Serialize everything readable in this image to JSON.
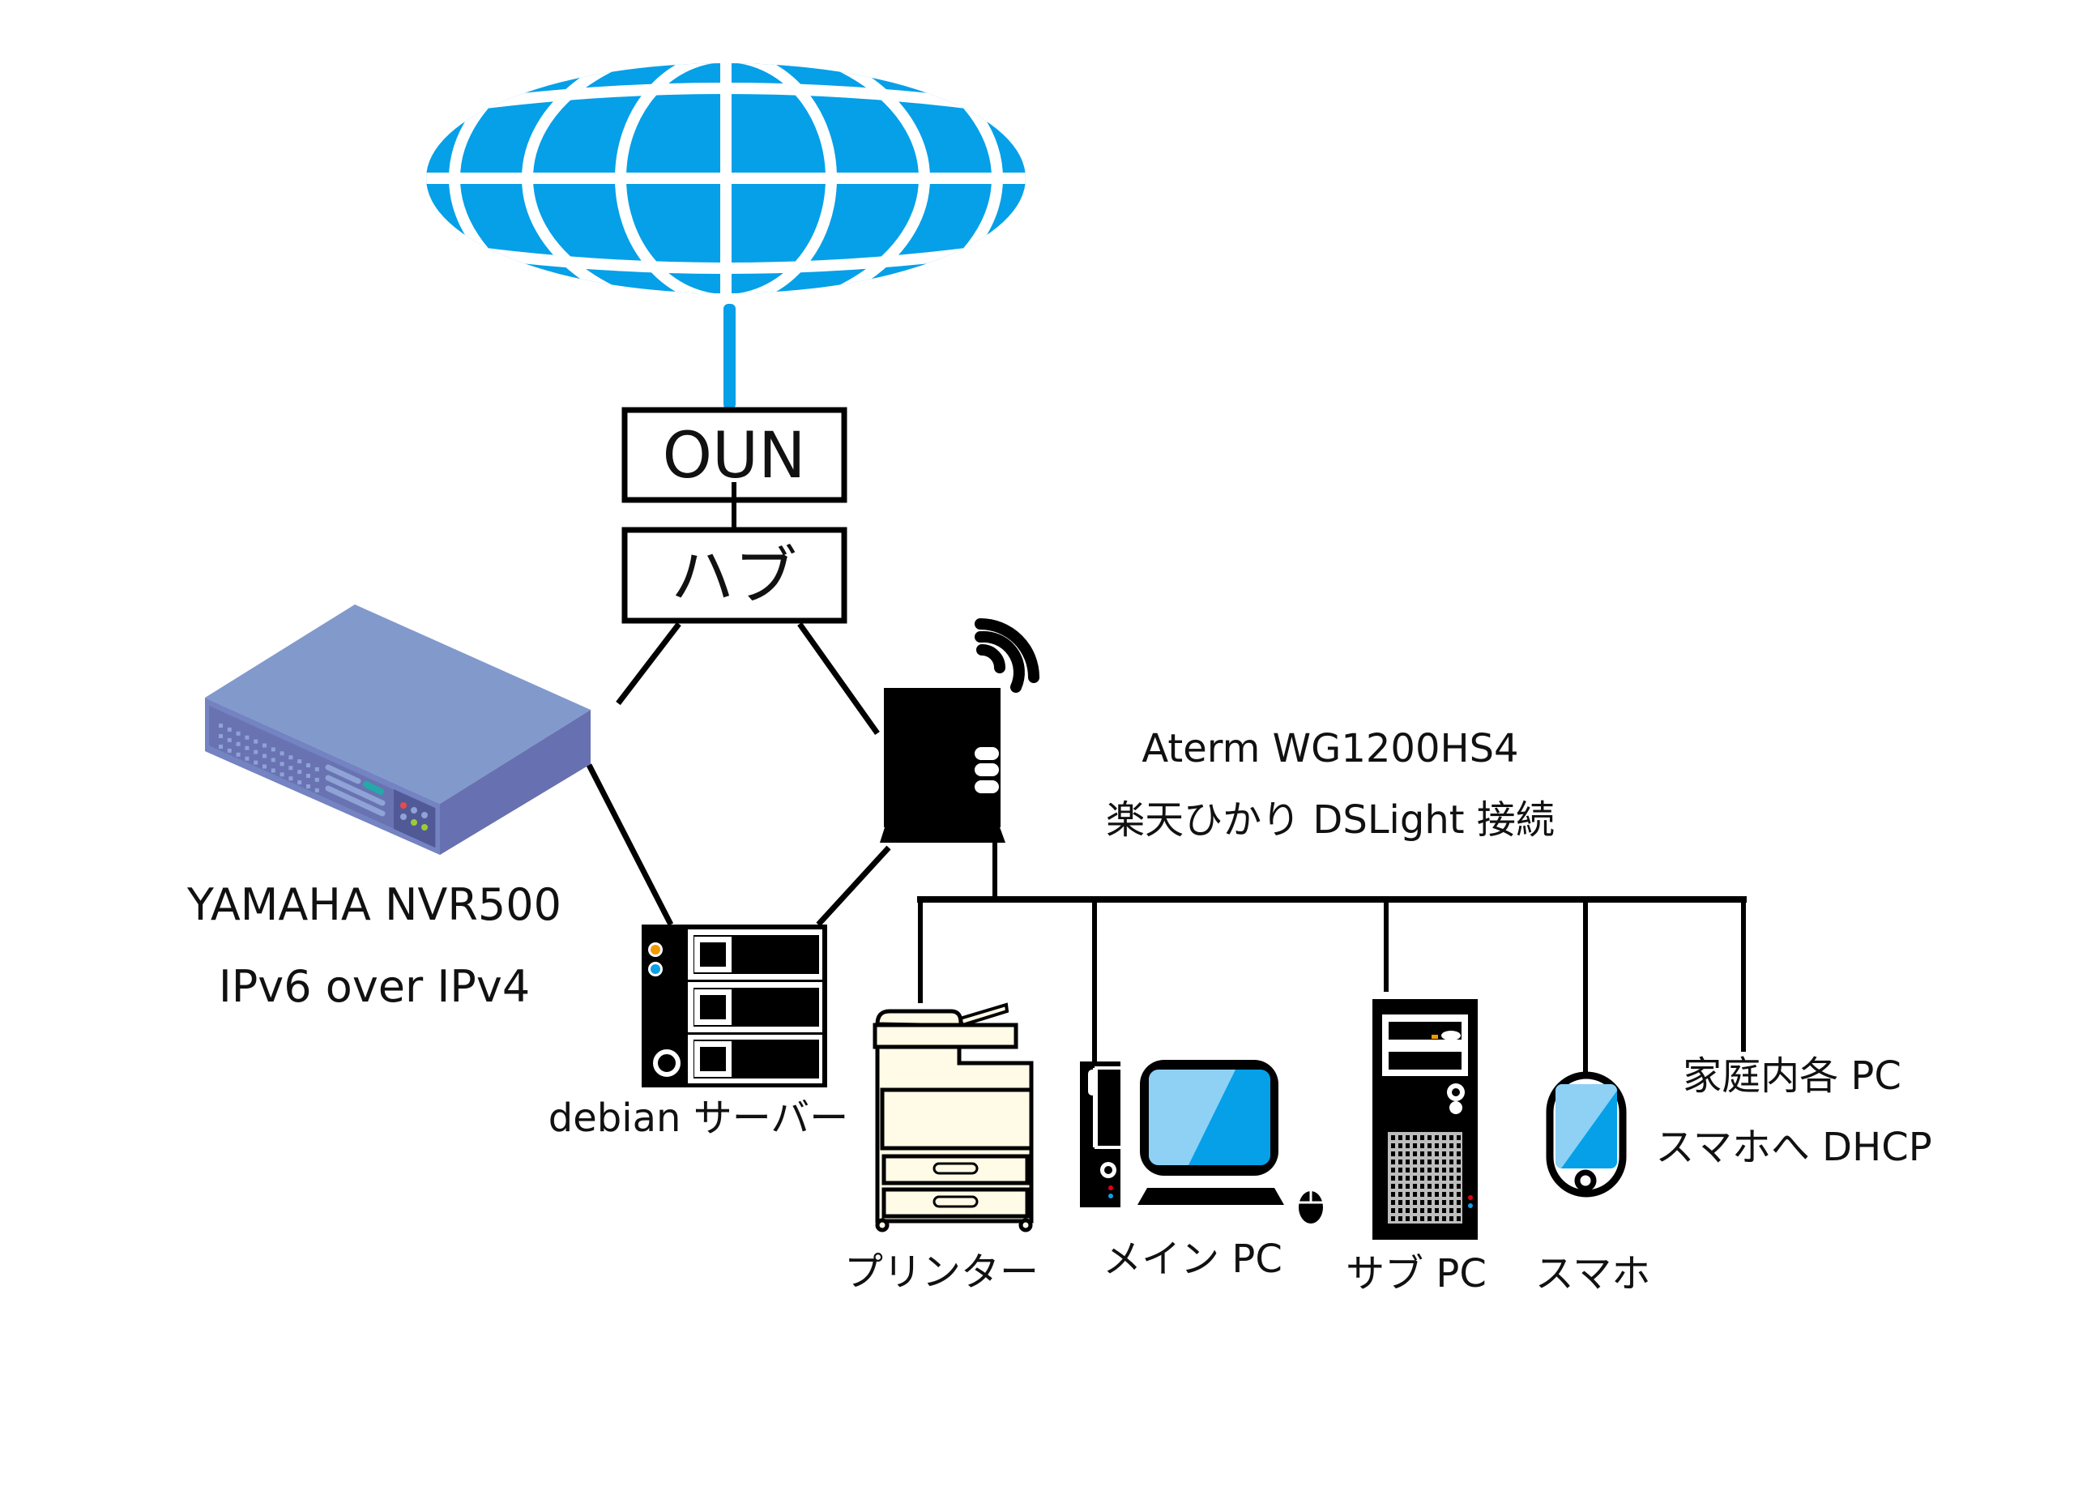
{
  "diagram": {
    "type": "network-topology",
    "colors": {
      "internet_blue": "#05A0E8",
      "screen_light_blue": "#8ED1F5",
      "nvr_top": "#8299CC",
      "nvr_side": "#6770B0",
      "nvr_front": "#6973B2",
      "printer_body": "#FFFBE6",
      "led_orange": "#F39800",
      "led_blue": "#0DA0E8",
      "led_red": "#E60012",
      "led_green": "#9ACD32",
      "line": "#000000"
    },
    "nodes": {
      "internet": {
        "icon": "globe-icon",
        "label": ""
      },
      "onu": {
        "label": "OUN"
      },
      "hub": {
        "label": "ハブ"
      },
      "nvr": {
        "icon": "router-appliance-icon",
        "label_line1": "YAMAHA NVR500",
        "label_line2": "IPv6 over IPv4"
      },
      "wifi_router": {
        "icon": "wifi-router-icon",
        "label_line1": "Aterm WG1200HS4",
        "label_line2": "楽天ひかり DSLight 接続"
      },
      "server": {
        "icon": "server-icon",
        "label": "debian サーバー"
      },
      "printer": {
        "icon": "printer-icon",
        "label": "プリンター"
      },
      "main_pc": {
        "icon": "desktop-pc-icon",
        "label": "メイン PC"
      },
      "sub_pc": {
        "icon": "tower-pc-icon",
        "label": "サブ PC"
      },
      "smartphone": {
        "icon": "smartphone-icon",
        "label": "スマホ"
      },
      "dhcp_note": {
        "label_line1": "家庭内各 PC",
        "label_line2": "スマホへ DHCP"
      }
    },
    "edges": [
      {
        "from": "internet",
        "to": "onu",
        "style": "blue"
      },
      {
        "from": "onu",
        "to": "hub"
      },
      {
        "from": "hub",
        "to": "nvr"
      },
      {
        "from": "hub",
        "to": "wifi_router"
      },
      {
        "from": "nvr",
        "to": "server"
      },
      {
        "from": "wifi_router",
        "to": "server"
      },
      {
        "from": "wifi_router",
        "to": "printer"
      },
      {
        "from": "wifi_router",
        "to": "main_pc"
      },
      {
        "from": "wifi_router",
        "to": "sub_pc"
      },
      {
        "from": "wifi_router",
        "to": "smartphone"
      },
      {
        "from": "wifi_router",
        "to": "dhcp_note"
      }
    ]
  }
}
